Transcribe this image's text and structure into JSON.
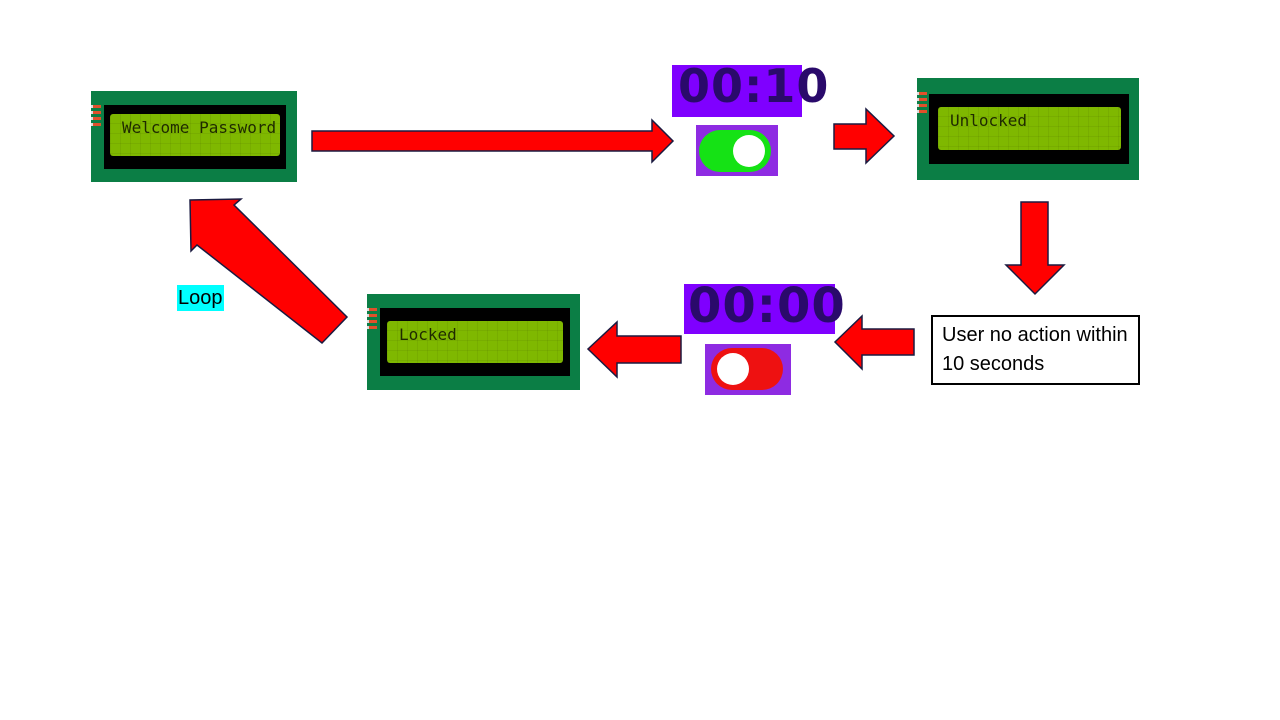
{
  "lcd_screens": {
    "welcome": "Welcome Password",
    "unlocked": "Unlocked",
    "locked": "Locked"
  },
  "timers": {
    "start": "00:10",
    "end": "00:00"
  },
  "toggles": {
    "on_color": "#15e215",
    "off_color": "#ee1111"
  },
  "note": "User no action within 10 seconds",
  "loop_label": "Loop",
  "colors": {
    "arrow": "#ff0000",
    "lcd_board": "#0b7e45",
    "lcd_screen": "#7fb800",
    "timer_bg": "#7f00ff",
    "loop_highlight": "#00ffff"
  }
}
